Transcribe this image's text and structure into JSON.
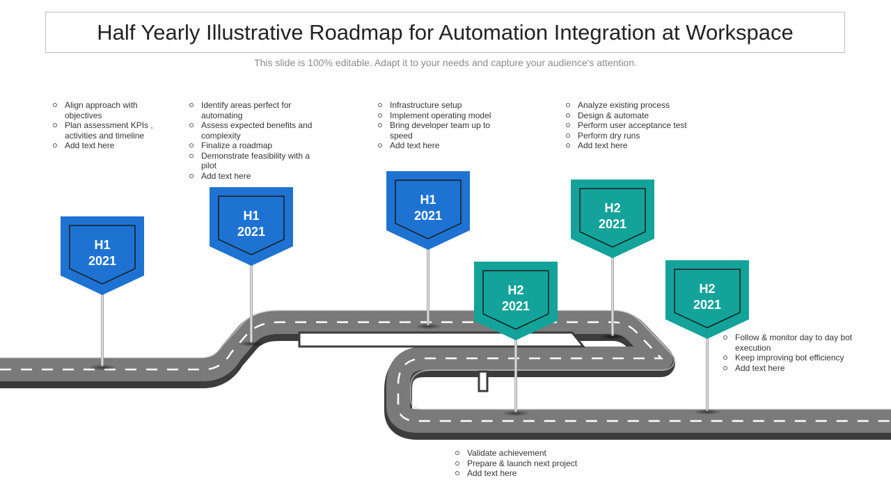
{
  "title": "Half Yearly Illustrative Roadmap for Automation Integration at Workspace",
  "subtitle": "This slide is 100% editable. Adapt it to your needs and capture your audience's attention.",
  "colors": {
    "h1_marker": "#1e73d2",
    "h2_marker": "#13a39a",
    "road": "#7a7a7a",
    "road_edge": "#3c3c3c"
  },
  "milestones": [
    {
      "half": "H1",
      "year": "2021",
      "items": [
        "Align approach with objectives",
        "Plan assessment KPIs , activities and timeline",
        "Add text here"
      ]
    },
    {
      "half": "H1",
      "year": "2021",
      "items": [
        "Identify areas perfect for automating",
        "Assess expected benefits and complexity",
        "Finalize a roadmap",
        "Demonstrate feasibility with a pilot",
        "Add text here"
      ]
    },
    {
      "half": "H1",
      "year": "2021",
      "items": [
        "Infrastructure setup",
        "Implement operating model",
        "Bring developer team up to speed",
        "Add text here"
      ]
    },
    {
      "half": "H2",
      "year": "2021",
      "items": [
        "Validate achievement",
        "Prepare & launch next project",
        "Add text here"
      ]
    },
    {
      "half": "H2",
      "year": "2021",
      "items": [
        "Analyze  existing process",
        "Design & automate",
        "Perform user acceptance test",
        "Perform dry runs",
        "Add text here"
      ]
    },
    {
      "half": "H2",
      "year": "2021",
      "items": [
        "Follow & monitor day to day bot execution",
        "Keep improving bot efficiency",
        "Add text here"
      ]
    }
  ]
}
